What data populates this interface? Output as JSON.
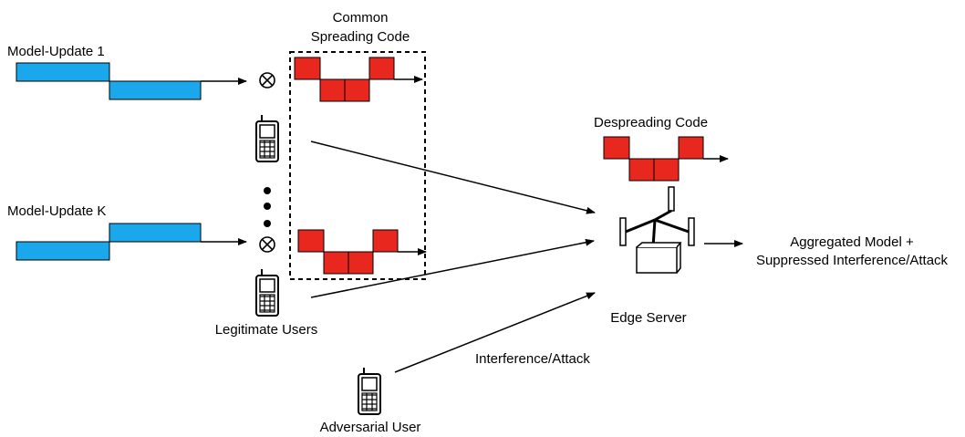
{
  "labels": {
    "model_update_1": "Model-Update 1",
    "model_update_k": "Model-Update K",
    "common_spreading_code_line1": "Common",
    "common_spreading_code_line2": "Spreading Code",
    "despreading_code": "Despreading Code",
    "legitimate_users": "Legitimate Users",
    "adversarial_user": "Adversarial User",
    "interference_attack": "Interference/Attack",
    "edge_server": "Edge Server",
    "output_line1": "Aggregated Model +",
    "output_line2": "Suppressed Interference/Attack"
  },
  "symbols": {
    "multiply": "⊗"
  },
  "colors": {
    "update_signal": "#1aa7ec",
    "spreading_chip": "#e8281e",
    "stroke": "#000000"
  },
  "icons": {
    "user_device": "mobile-phone-icon",
    "server": "edge-server-antenna-icon"
  }
}
